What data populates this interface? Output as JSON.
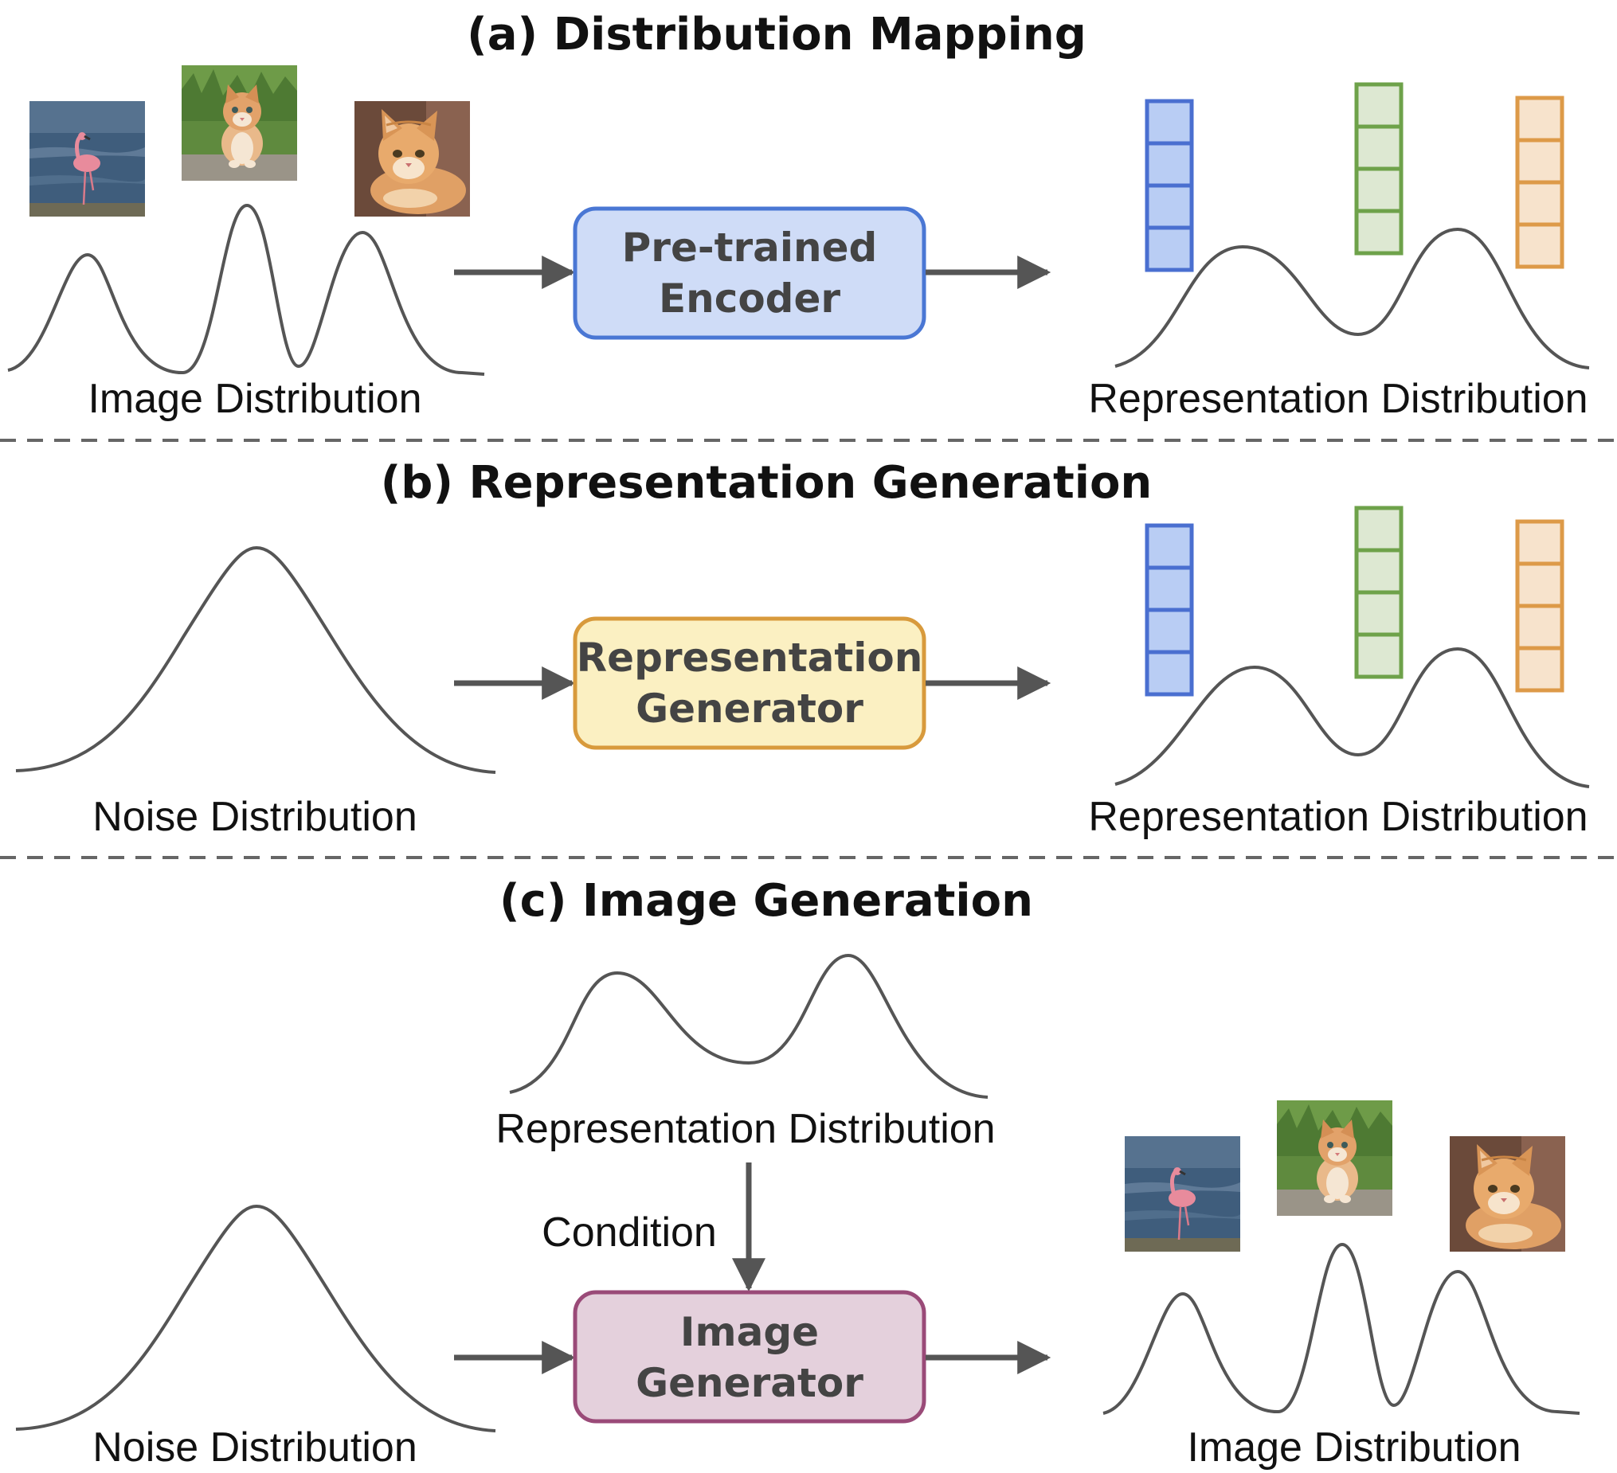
{
  "sections": {
    "a": {
      "title": "(a) Distribution Mapping",
      "input_label": "Image Distribution",
      "box_line1": "Pre-trained",
      "box_line2": "Encoder",
      "output_label": "Representation Distribution"
    },
    "b": {
      "title": "(b) Representation Generation",
      "input_label": "Noise Distribution",
      "box_line1": "Representation",
      "box_line2": "Generator",
      "output_label": "Representation Distribution"
    },
    "c": {
      "title": "(c) Image Generation",
      "condition_dist_label": "Representation Distribution",
      "condition_label": "Condition",
      "input_label": "Noise Distribution",
      "box_line1": "Image",
      "box_line2": "Generator",
      "output_label": "Image Distribution"
    }
  },
  "colors": {
    "encoder_fill": "#cfdcf7",
    "encoder_stroke": "#4a77d4",
    "rep_gen_fill": "#fbf0c2",
    "rep_gen_stroke": "#d89a3c",
    "img_gen_fill": "#e4d0dc",
    "img_gen_stroke": "#9a4a78",
    "vec_blue_fill": "#b9cdf4",
    "vec_blue_stroke": "#4a6fd0",
    "vec_green_fill": "#dde8d2",
    "vec_green_stroke": "#6ea24a",
    "vec_orange_fill": "#f7e3cc",
    "vec_orange_stroke": "#dd9a48"
  },
  "icons": [
    "flamingo-photo-icon",
    "kitten-sitting-photo-icon",
    "kitten-lying-photo-icon"
  ]
}
